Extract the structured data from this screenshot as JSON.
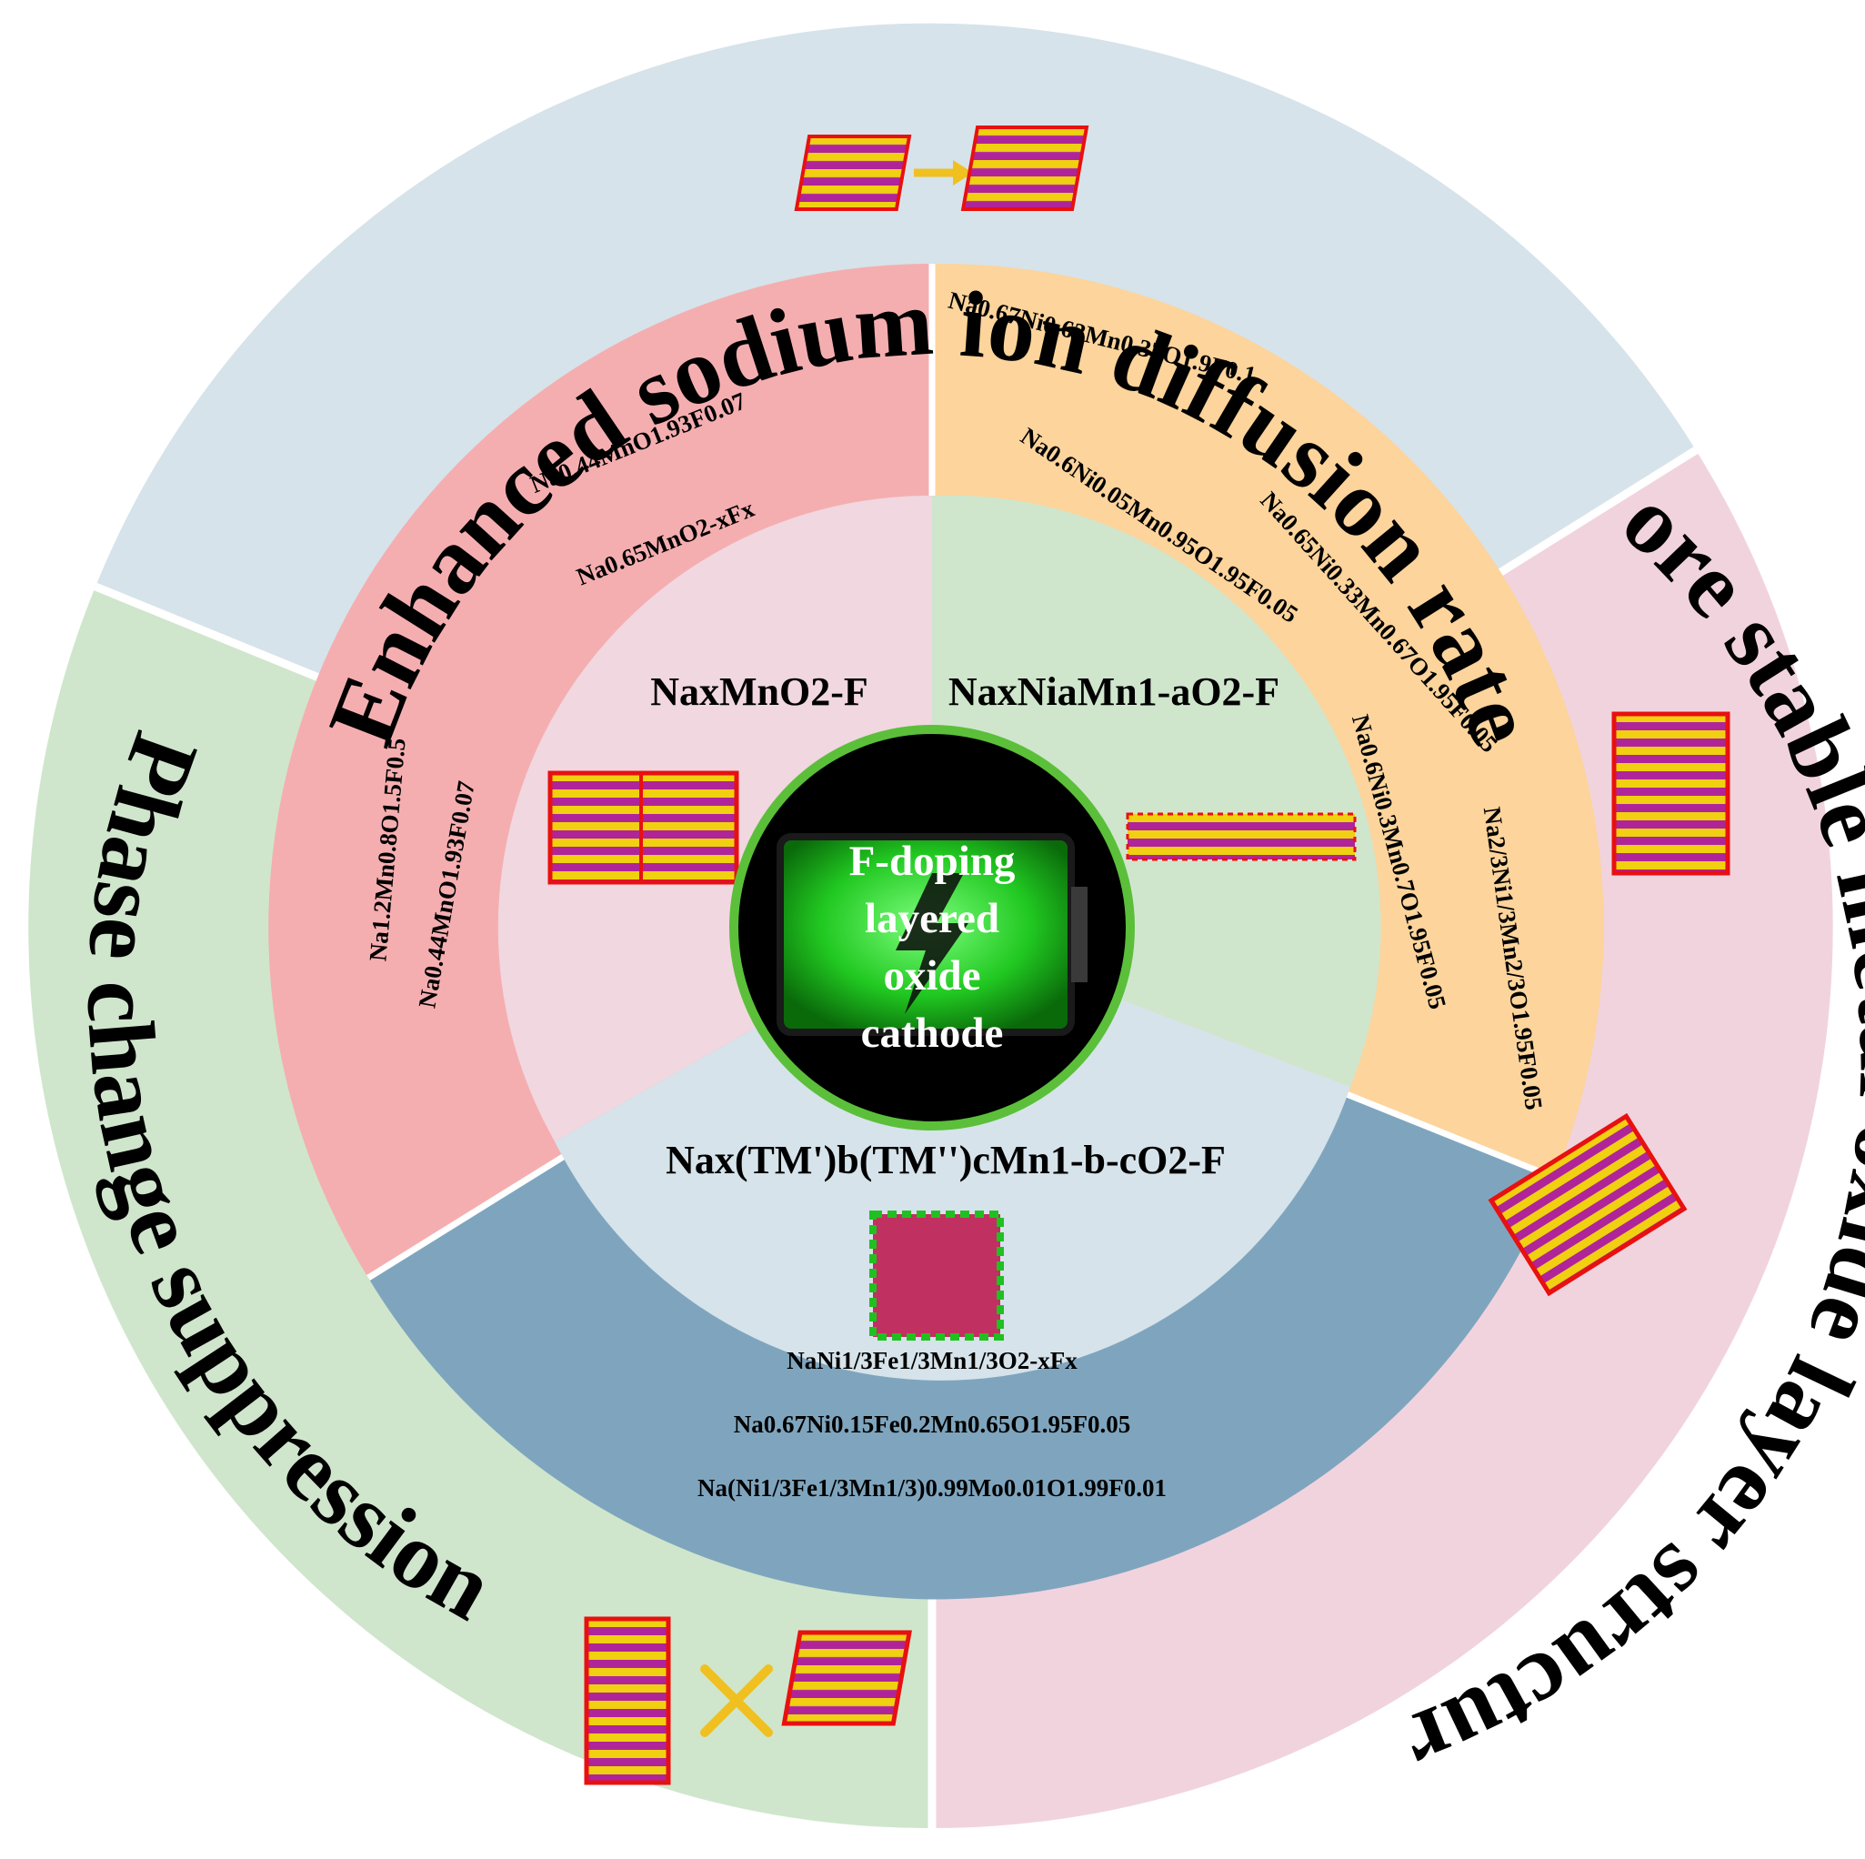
{
  "colors": {
    "outer_top": "#d6e3ea",
    "outer_right": "#f1d3de",
    "outer_left": "#cfe6cc",
    "mid_left": "#f5aeb0",
    "mid_right": "#fcd49c",
    "mid_bottom": "#7fa5be",
    "inner_left": "#f0d7e0",
    "inner_right": "#cfe6cd",
    "inner_bottom": "#d6e3ea",
    "battery_green": "#39e639",
    "octahedron_purple": "#b0249a",
    "octahedron_yellow": "#f0d010",
    "atom_red": "#e81010"
  },
  "outer_labels": {
    "top": "Enhanced sodium ion diffusion rate",
    "right": "More stable metal oxide layer structure",
    "left": "Phase change suppression"
  },
  "center": {
    "line1": "F-doping",
    "line2": "layered",
    "line3": "oxide",
    "line4": "cathode",
    "icon": "lightning-bolt-icon"
  },
  "families": {
    "left": "NaxMnO2-F",
    "right": "NaxNiaMn1-aO2-F",
    "bottom": "Nax(TM')b(TM'')cMn1-b-cO2-F"
  },
  "left_formulas": [
    "Na0.44MnO1.93F0.07",
    "Na0.65MnO2-xFx",
    "Na1.2Mn0.8O1.5F0.5",
    "Na0.44MnO1.93F0.07"
  ],
  "right_formulas": [
    "Na0.67Ni0.63Mn0.37O1.9F0.1",
    "Na0.6Ni0.05Mn0.95O1.95F0.05",
    "Na0.65Ni0.33Mn0.67O1.95F0.05",
    "Na0.6Ni0.3Mn0.7O1.95F0.05",
    "Na2/3Ni1/3Mn2/3O1.95F0.05"
  ],
  "bottom_formulas": [
    "NaNi1/3Fe1/3Mn1/3O2-xFx",
    "Na0.67Ni0.15Fe0.2Mn0.65O1.95F0.05",
    "Na(Ni1/3Fe1/3Mn1/3)0.99Mo0.01O1.99F0.01"
  ],
  "icons": {
    "arrow": "right-arrow-icon",
    "cross": "cross-mark-icon"
  }
}
